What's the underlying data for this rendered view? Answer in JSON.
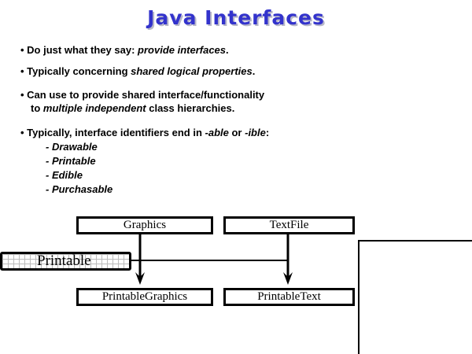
{
  "title": "Java Interfaces",
  "bullets": [
    {
      "pre": "• Do just what they say: ",
      "em": "provide interfaces",
      "post": "."
    },
    {
      "pre": "• Typically concerning ",
      "em": "shared logical properties",
      "post": "."
    },
    {
      "line1": "•  Can use to provide shared interface/functionality",
      "line2_pre": "to ",
      "line2_em": "multiple independent",
      "line2_post": " class hierarchies."
    },
    {
      "pre": "• Typically, interface identifiers end in ",
      "em": "-able",
      "mid": " or ",
      "em2": "-ible",
      "post": ":"
    }
  ],
  "examples": [
    "- Drawable",
    "- Printable",
    "- Edible",
    "- Purchasable"
  ],
  "diagram": {
    "graphics": "Graphics",
    "textfile": "TextFile",
    "printable": "Printable",
    "printable_graphics": "PrintableGraphics",
    "printable_text": "PrintableText"
  }
}
